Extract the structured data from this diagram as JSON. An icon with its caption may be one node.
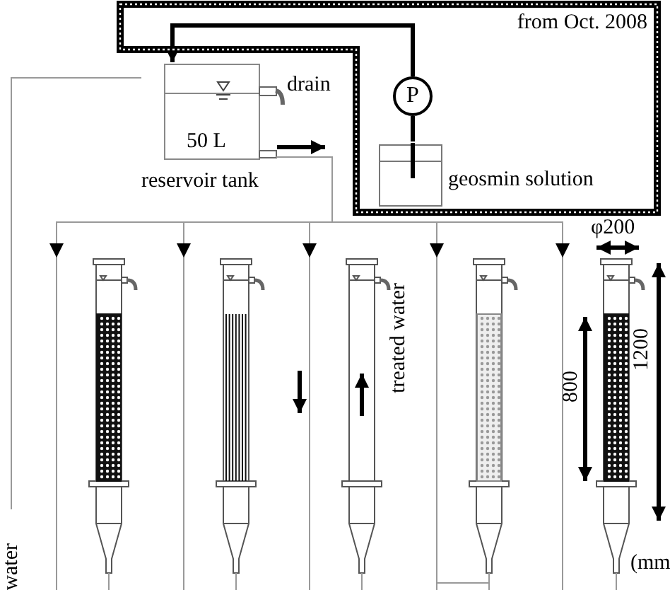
{
  "diagram": {
    "nodes": [
      {
        "text": [
          "from Oct. 2008"
        ]
      },
      {
        "text": [
          "P"
        ],
        "in": 0
      },
      {
        "text": [
          "geosmin solution"
        ],
        "in": 0
      },
      {
        "text": [
          "50 L",
          "reservoir tank"
        ]
      },
      {
        "text": [
          "water"
        ]
      },
      {
        "text": [],
        "shape": "column"
      },
      {
        "text": [],
        "shape": "column"
      },
      {
        "text": [],
        "shape": "column"
      },
      {
        "text": [],
        "shape": "column"
      },
      {
        "text": [],
        "shape": "column"
      }
    ],
    "edges": [
      {
        "from": 2,
        "to": 1,
        "arrow": "none",
        "style": "thick",
        "color": "#000000"
      },
      {
        "from": 1,
        "to": 3,
        "arrow": "to",
        "style": "thick",
        "color": "#000000"
      },
      {
        "from": 4,
        "to": 3,
        "arrow": "none"
      },
      {
        "from": 3,
        "to": 5,
        "arrow": "to"
      },
      {
        "from": 3,
        "to": 6,
        "arrow": "to"
      },
      {
        "from": 3,
        "to": 7,
        "arrow": "to"
      },
      {
        "from": 3,
        "to": 8,
        "arrow": "to"
      },
      {
        "from": 3,
        "to": 9,
        "arrow": "to"
      }
    ],
    "labels": [
      "drain",
      "φ200",
      "treated water",
      "800",
      "1200",
      "(mm"
    ]
  }
}
